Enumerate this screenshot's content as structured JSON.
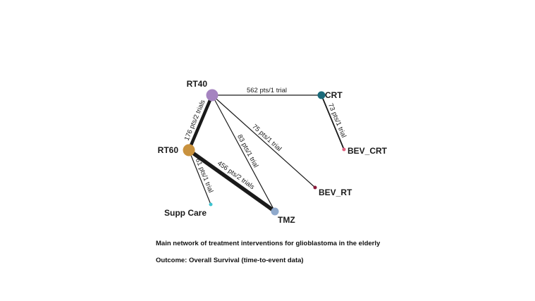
{
  "diagram": {
    "nodes": [
      {
        "id": "RT40",
        "label": "RT40",
        "color": "#a584c0"
      },
      {
        "id": "CRT",
        "label": "CRT",
        "color": "#1a6a7a"
      },
      {
        "id": "RT60",
        "label": "RT60",
        "color": "#c9923e"
      },
      {
        "id": "BEV_CRT",
        "label": "BEV_CRT",
        "color": "#e0607e"
      },
      {
        "id": "BEV_RT",
        "label": "BEV_RT",
        "color": "#8b1a3a"
      },
      {
        "id": "Supp Care",
        "label": "Supp Care",
        "color": "#3ec4d0"
      },
      {
        "id": "TMZ",
        "label": "TMZ",
        "color": "#8fa9cc"
      }
    ],
    "edges": [
      {
        "from": "RT40",
        "to": "CRT",
        "label": "562 pts/1 trial"
      },
      {
        "from": "CRT",
        "to": "BEV_CRT",
        "label": "73 pts/1 trial"
      },
      {
        "from": "RT40",
        "to": "RT60",
        "label": "176 pts/2 trials"
      },
      {
        "from": "RT40",
        "to": "TMZ",
        "label": "83 pts/1 trial"
      },
      {
        "from": "RT40",
        "to": "BEV_RT",
        "label": "75 pts/1 trial"
      },
      {
        "from": "RT60",
        "to": "TMZ",
        "label": "456 pts/2 trials"
      },
      {
        "from": "RT60",
        "to": "Supp Care",
        "label": "61 pts/1 trial"
      }
    ],
    "edge_color": "#1a1a1a"
  },
  "caption": {
    "title": "Main network of treatment interventions for glioblastoma in the elderly",
    "outcome": "Outcome: Overall Survival (time-to-event data)"
  }
}
